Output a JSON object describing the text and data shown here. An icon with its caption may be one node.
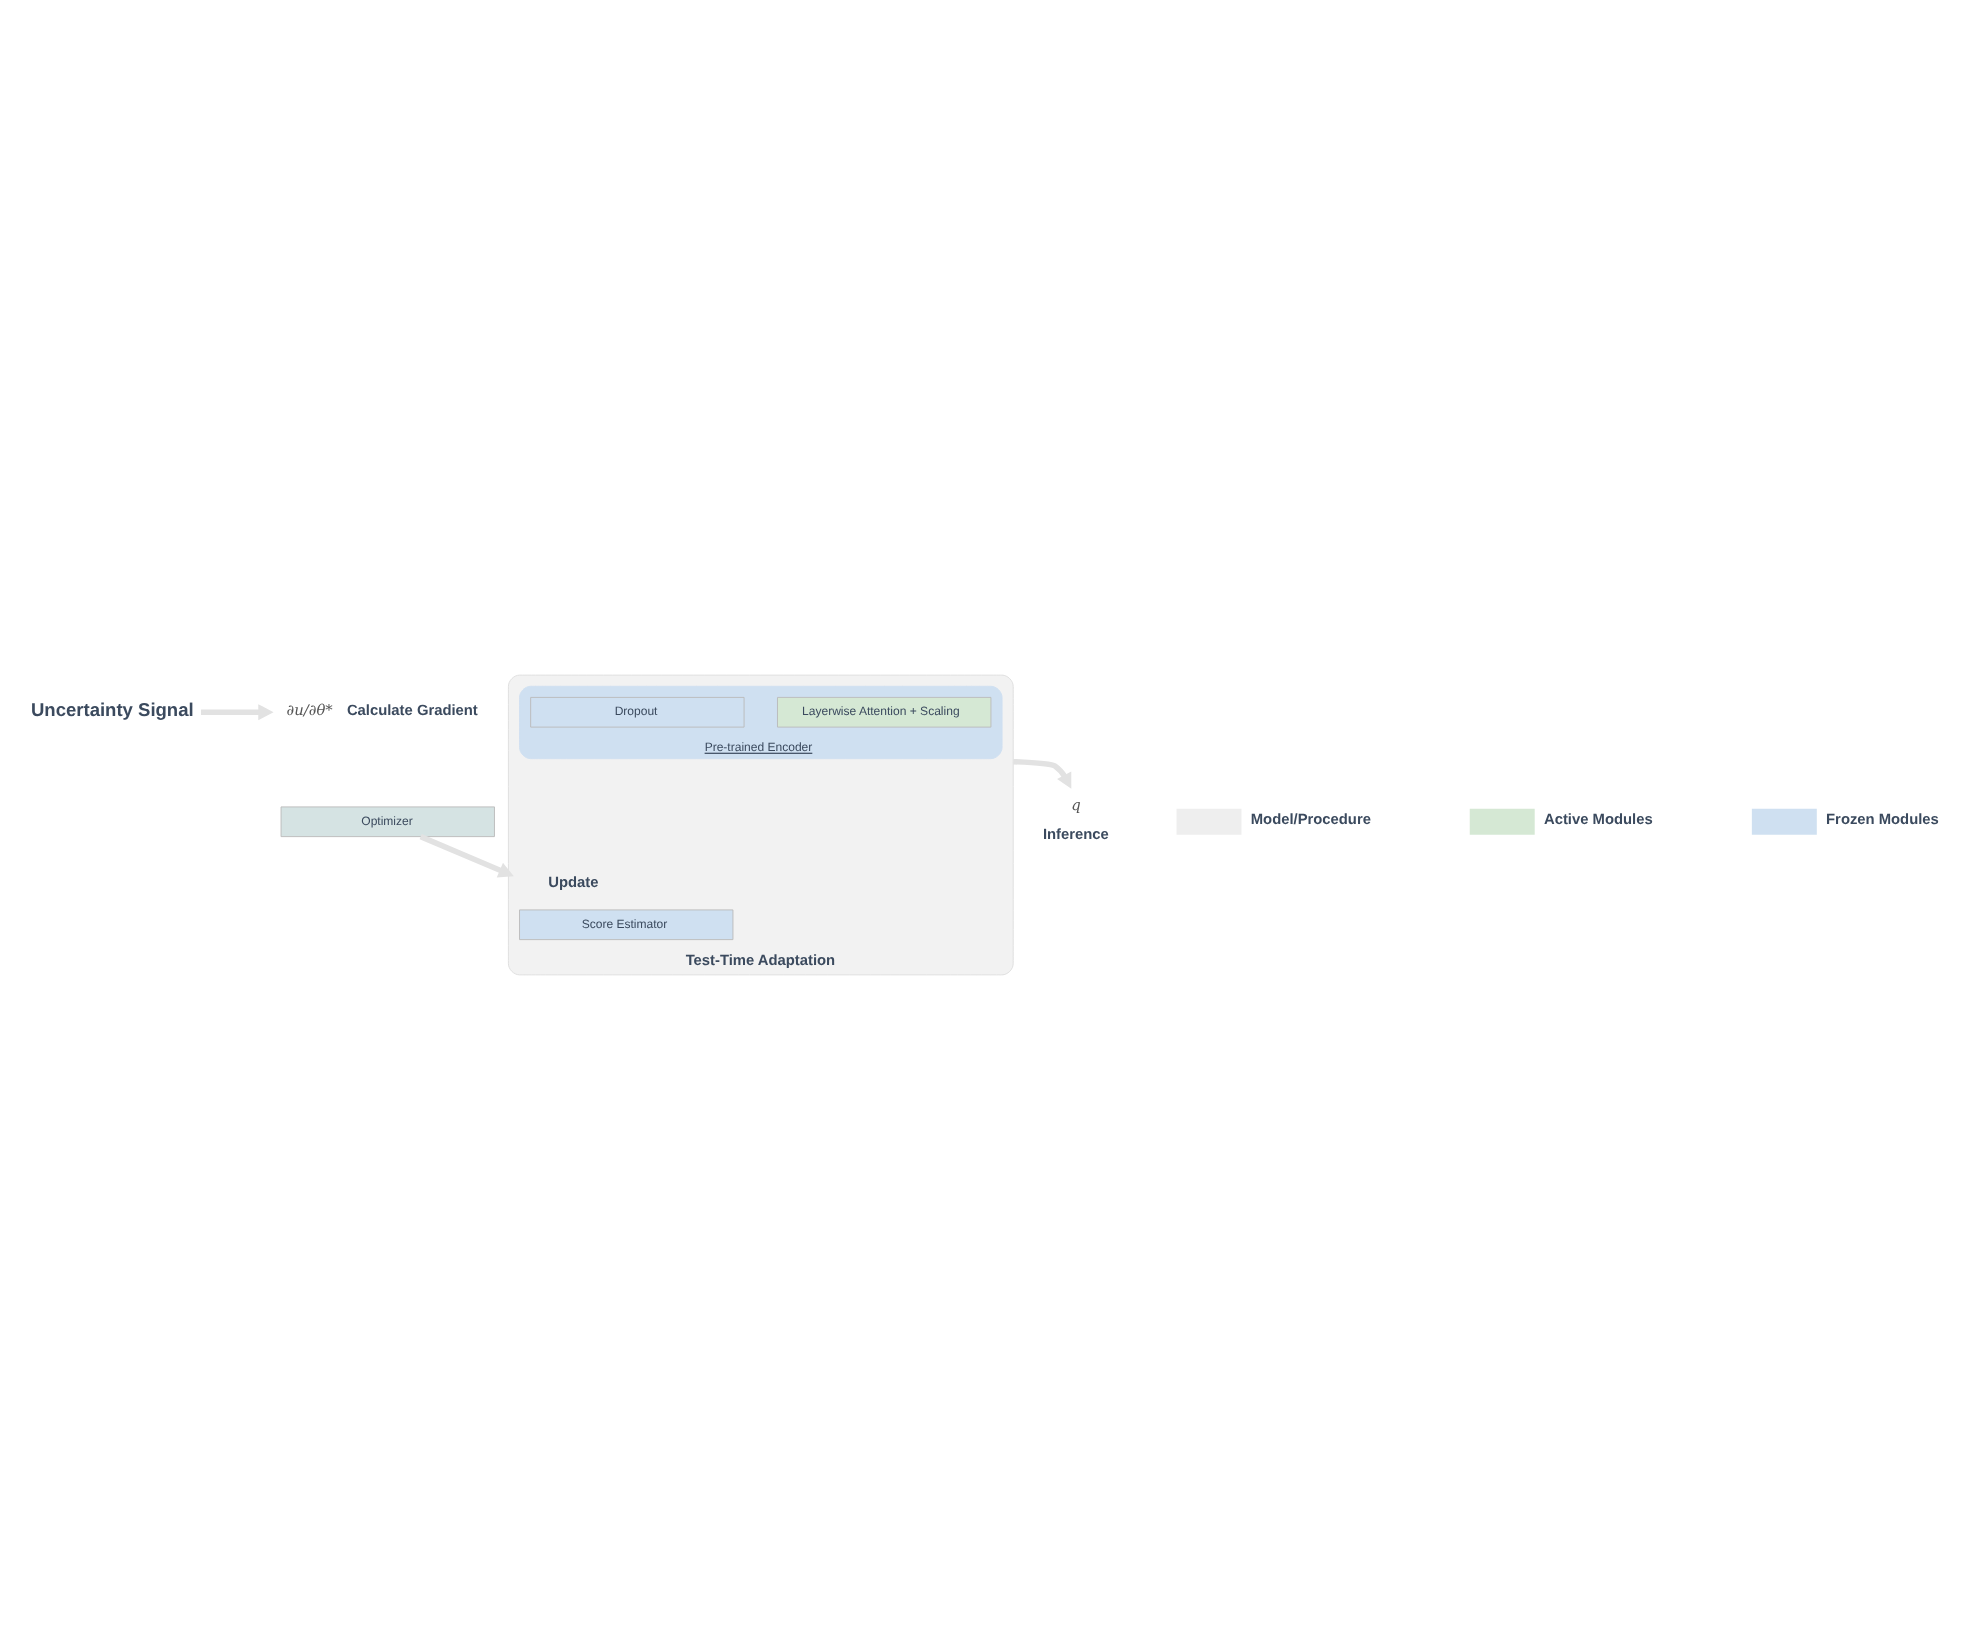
{
  "diagram": {
    "nodes": [
      {
        "text": [
          "Uncertainty Signal"
        ]
      },
      {
        "text": [
          "∂u/∂θ*"
        ],
        "beside": [
          "Calculate Gradient"
        ]
      },
      {
        "text": [
          "Optimizer"
        ]
      },
      {
        "text": [
          "Test-Time Adaptation"
        ]
      },
      {
        "text": [
          "Score Estimator"
        ],
        "in": 3
      },
      {
        "text": [
          "Pre-trained Encoder"
        ],
        "in": 3
      },
      {
        "text": [
          "Layerwise Attention + Scaling"
        ],
        "in": 5
      },
      {
        "text": [
          "Dropout"
        ],
        "in": 5
      },
      {
        "text": [
          "q"
        ],
        "beside": [
          "Inference"
        ]
      }
    ],
    "edges": [
      {
        "from": 0,
        "to": 1,
        "arrow": "to"
      },
      {
        "from": 2,
        "to": 3,
        "arrow": "to",
        "label": "Update"
      },
      {
        "from": 3,
        "to": 8,
        "arrow": "to"
      }
    ],
    "legend": [
      {
        "text": "Model/Procedure",
        "color": "#eeeeee"
      },
      {
        "text": "Active Modules",
        "color": "#d5e8d4"
      },
      {
        "text": "Frozen Modules",
        "color": "#cfe0f1"
      }
    ]
  }
}
